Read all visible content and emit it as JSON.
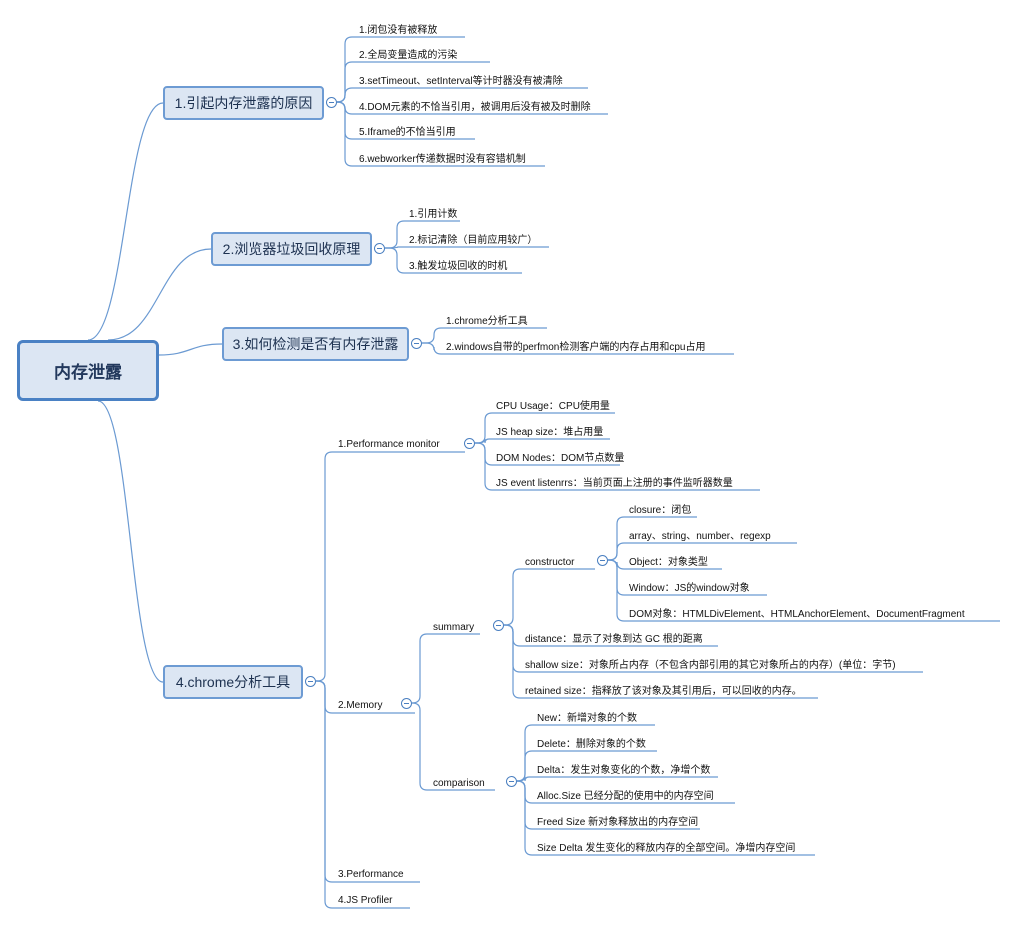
{
  "root": {
    "label": "内存泄露"
  },
  "topics": [
    {
      "label": "1.引起内存泄露的原因",
      "items": [
        "1.闭包没有被释放",
        "2.全局变量造成的污染",
        "3.setTimeout、setInterval等计时器没有被清除",
        "4.DOM元素的不恰当引用，被调用后没有被及时删除",
        "5.Iframe的不恰当引用",
        "6.webworker传递数据时没有容错机制"
      ]
    },
    {
      "label": "2.浏览器垃圾回收原理",
      "items": [
        "1.引用计数",
        "2.标记清除（目前应用较广）",
        "3.触发垃圾回收的时机"
      ]
    },
    {
      "label": "3.如何检测是否有内存泄露",
      "items": [
        "1.chrome分析工具",
        "2.windows自带的perfmon检测客户端的内存占用和cpu占用"
      ]
    },
    {
      "label": "4.chrome分析工具",
      "perf_monitor": {
        "label": "1.Performance monitor",
        "items": [
          "CPU Usage：CPU使用量",
          "JS heap size：堆占用量",
          "DOM Nodes：DOM节点数量",
          "JS event listenrrs：当前页面上注册的事件监听器数量"
        ]
      },
      "memory": {
        "label": "2.Memory",
        "summary": {
          "label": "summary",
          "constructor": {
            "label": "constructor",
            "items": [
              "closure：闭包",
              "array、string、number、regexp",
              "Object：对象类型",
              "Window：JS的window对象",
              "DOM对象：HTMLDivElement、HTMLAnchorElement、DocumentFragment"
            ]
          },
          "items": [
            "distance：显示了对象到达 GC 根的距离",
            "shallow size：对象所占内存（不包含内部引用的其它对象所占的内存）(单位：字节)",
            "retained size：指释放了该对象及其引用后，可以回收的内存。"
          ]
        },
        "comparison": {
          "label": "comparison",
          "items": [
            "New：新增对象的个数",
            "Delete：删除对象的个数",
            "Delta：发生对象变化的个数，净增个数",
            "Alloc.Size 已经分配的使用中的内存空间",
            "Freed Size 新对象释放出的内存空间",
            "Size Delta 发生变化的释放内存的全部空间。净增内存空间"
          ]
        }
      },
      "performance": {
        "label": "3.Performance"
      },
      "js_profiler": {
        "label": "4.JS Profiler"
      }
    }
  ],
  "colors": {
    "line": "#6b9ad2",
    "topic_fill": "#dce6f3",
    "topic_border": "#6d9bd3",
    "root_border": "#4a81c4",
    "text": "#111111"
  }
}
